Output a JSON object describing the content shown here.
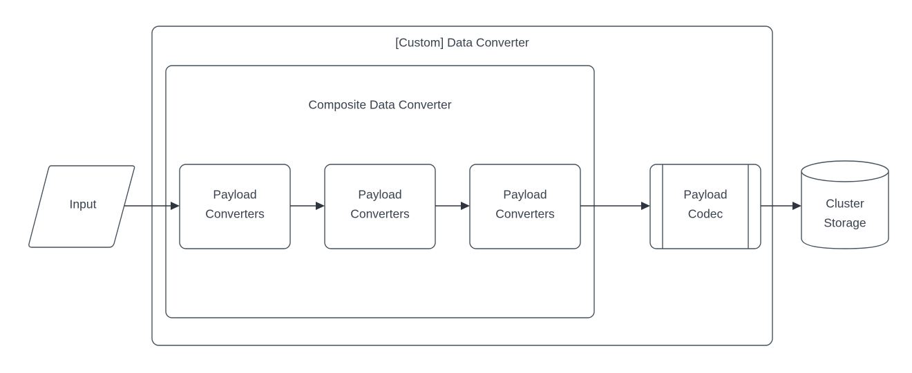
{
  "diagram": {
    "type": "flowchart",
    "title": "[Custom] Data Converter",
    "colors": {
      "stroke": "#47525d",
      "text": "#39424e",
      "edge": "#2e3440",
      "fill": "#ffffff",
      "background": "#ffffff"
    },
    "containers": [
      {
        "id": "custom-data-converter",
        "label": "[Custom] Data Converter",
        "shape": "rounded-rectangle"
      },
      {
        "id": "composite-data-converter",
        "label": "Composite Data Converter",
        "shape": "rounded-rectangle"
      }
    ],
    "nodes": [
      {
        "id": "input",
        "label": "Input",
        "shape": "parallelogram"
      },
      {
        "id": "payload-converters-1",
        "label_line1": "Payload",
        "label_line2": "Converters",
        "shape": "rounded-rectangle"
      },
      {
        "id": "payload-converters-2",
        "label_line1": "Payload",
        "label_line2": "Converters",
        "shape": "rounded-rectangle"
      },
      {
        "id": "payload-converters-3",
        "label_line1": "Payload",
        "label_line2": "Converters",
        "shape": "rounded-rectangle"
      },
      {
        "id": "payload-codec",
        "label_line1": "Payload",
        "label_line2": "Codec",
        "shape": "predefined-process"
      },
      {
        "id": "cluster-storage",
        "label_line1": "Cluster",
        "label_line2": "Storage",
        "shape": "cylinder"
      }
    ],
    "edges": [
      {
        "id": "edge-input-to-pc1",
        "from": "input",
        "to": "payload-converters-1",
        "label": "",
        "arrow": "single"
      },
      {
        "id": "edge-pc1-to-pc2",
        "from": "payload-converters-1",
        "to": "payload-converters-2",
        "label": "",
        "arrow": "single"
      },
      {
        "id": "edge-pc2-to-pc3",
        "from": "payload-converters-2",
        "to": "payload-converters-3",
        "label": "",
        "arrow": "single"
      },
      {
        "id": "edge-pc3-to-codec",
        "from": "payload-converters-3",
        "to": "payload-codec",
        "label": "",
        "arrow": "single"
      },
      {
        "id": "edge-codec-to-storage",
        "from": "payload-codec",
        "to": "cluster-storage",
        "label": "",
        "arrow": "single"
      }
    ]
  }
}
